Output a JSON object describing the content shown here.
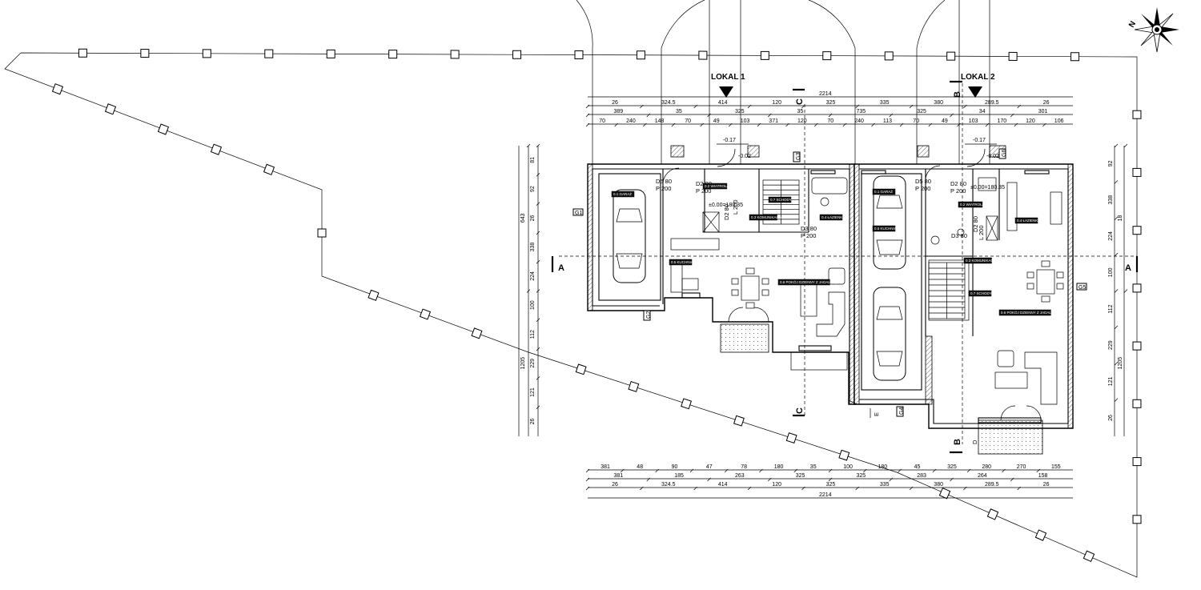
{
  "labels": {
    "lokal1": "LOKAL 1",
    "lokal2": "LOKAL 2",
    "compass_letter": "N"
  },
  "sections": {
    "a_left": "A",
    "a_right": "A",
    "b_top": "B",
    "b_bottom": "B",
    "c_top": "C",
    "c_bottom": "C",
    "d": "D",
    "e": "E"
  },
  "dims_top": {
    "row1": [
      "26",
      "324.5",
      "414",
      "120",
      "325",
      "335",
      "380",
      "289.5",
      "26"
    ],
    "row2": [
      "389",
      "35",
      "325",
      "35",
      "735",
      "325",
      "34",
      "301"
    ],
    "row3": [
      "70",
      "240",
      "148",
      "70",
      "49",
      "103",
      "371",
      "120",
      "70",
      "240",
      "113",
      "70",
      "49",
      "103",
      "170",
      "120",
      "106"
    ],
    "total": "2214"
  },
  "dims_bottom": {
    "row1": [
      "381",
      "48",
      "90",
      "47",
      "78",
      "180",
      "35",
      "100",
      "180",
      "45",
      "325",
      "280",
      "270",
      "155"
    ],
    "row2": [
      "381",
      "185",
      "263",
      "325",
      "325",
      "283",
      "264",
      "158"
    ],
    "row3": [
      "26",
      "324.5",
      "414",
      "120",
      "325",
      "335",
      "380",
      "289.5",
      "26"
    ],
    "total": "2214"
  },
  "dims_left": {
    "inner": [
      "81",
      "92",
      "26",
      "338",
      "224",
      "100",
      "112",
      "229",
      "121",
      "26"
    ],
    "outer": [
      "643",
      "1205"
    ]
  },
  "dims_right": {
    "inner": [
      "92",
      "338",
      "224",
      "100",
      "112",
      "229",
      "121",
      "26"
    ],
    "outer": [
      "18",
      "1205"
    ]
  },
  "doors": {
    "garage1": [
      "D5 80",
      "P 200"
    ],
    "hall1": [
      "D2 80",
      "P 200"
    ],
    "bath1": [
      "D3 80",
      "P 200"
    ],
    "garage2": [
      "D5 80",
      "P 200"
    ],
    "hall2": [
      "D2 80",
      "P 200"
    ],
    "side1": "D2 80",
    "side2": "D2 80",
    "stair1": "L 200",
    "stair2": "L 200",
    "bath2_code": "D3 80"
  },
  "elevations": {
    "l1": "±0.00=180.35",
    "l2": "±0.00=180.35",
    "top1": "-0.17",
    "top2": "-0.17",
    "step1": "-0.02",
    "step2": "-0.02"
  },
  "tags": {
    "g1": "G1",
    "g2": "G2",
    "g3": "G3",
    "g4": "G4",
    "g5": "G5",
    "g6": "G6"
  },
  "rooms": [
    "0.1 GARAŻ",
    "0.2 WIATROŁAP",
    "0.3 KOMUNIKACJA",
    "0.4 ŁAZIENKA",
    "0.5 KUCHNIA",
    "0.6 POKÓJ DZIENNY Z JADALNIĄ",
    "0.7 SCHODY",
    "0.1 GARAŻ",
    "0.2 WIATROŁAP",
    "0.3 KOMUNIKACJA",
    "0.4 ŁAZIENKA",
    "0.5 KUCHNIA",
    "0.6 POKÓJ DZIENNY Z JADALNIĄ",
    "0.7 SCHODY"
  ]
}
